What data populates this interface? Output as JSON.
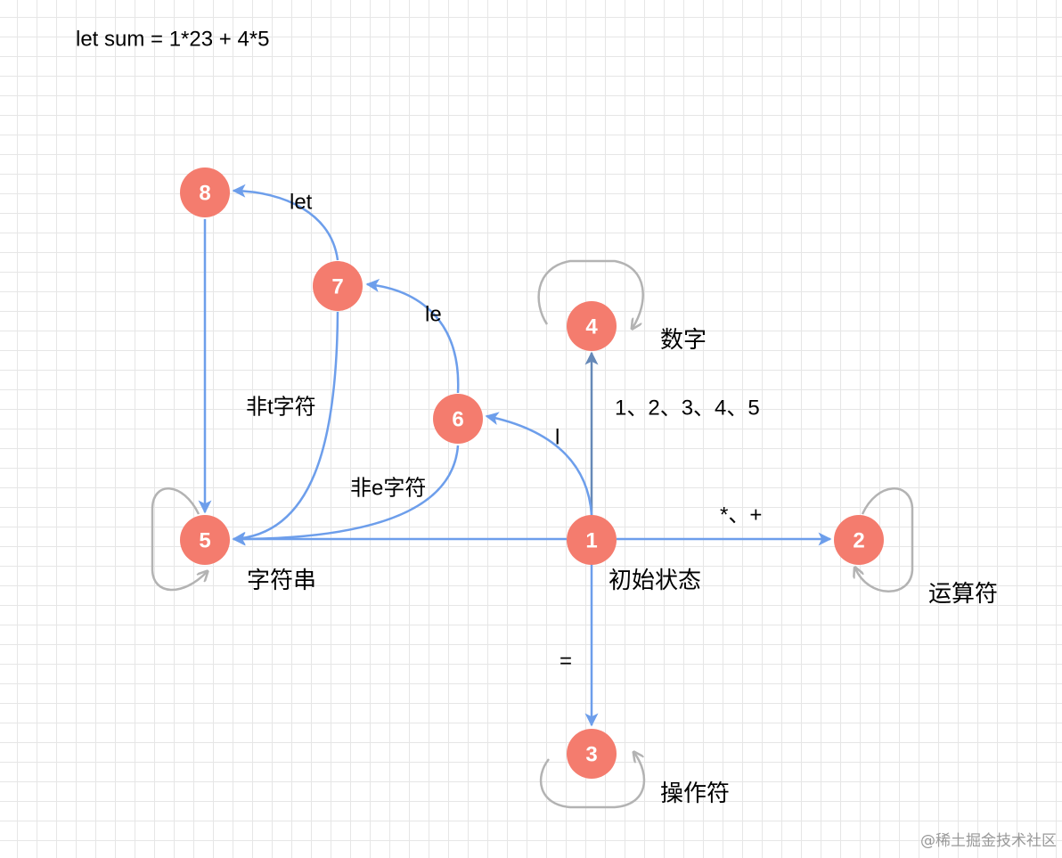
{
  "code_line": "let sum = 1*23 + 4*5",
  "nodes": [
    {
      "id": "1",
      "label": "1",
      "caption": "初始状态"
    },
    {
      "id": "2",
      "label": "2",
      "caption": "运算符"
    },
    {
      "id": "3",
      "label": "3",
      "caption": "操作符"
    },
    {
      "id": "4",
      "label": "4",
      "caption": "数字"
    },
    {
      "id": "5",
      "label": "5",
      "caption": "字符串"
    },
    {
      "id": "6",
      "label": "6",
      "caption": ""
    },
    {
      "id": "7",
      "label": "7",
      "caption": ""
    },
    {
      "id": "8",
      "label": "8",
      "caption": ""
    }
  ],
  "edges": [
    {
      "from": "1",
      "to": "4",
      "label": "1、2、3、4、5"
    },
    {
      "from": "1",
      "to": "2",
      "label": "*、+"
    },
    {
      "from": "1",
      "to": "3",
      "label": "="
    },
    {
      "from": "1",
      "to": "5",
      "label": ""
    },
    {
      "from": "1",
      "to": "6",
      "label": "l"
    },
    {
      "from": "6",
      "to": "7",
      "label": "le"
    },
    {
      "from": "7",
      "to": "8",
      "label": "let"
    },
    {
      "from": "6",
      "to": "5",
      "label": "非e字符"
    },
    {
      "from": "7",
      "to": "5",
      "label": "非t字符"
    },
    {
      "from": "8",
      "to": "5",
      "label": ""
    }
  ],
  "self_loops": [
    "2",
    "3",
    "4",
    "5"
  ],
  "watermark": "@稀土掘金技术社区",
  "colors": {
    "node_fill": "#f47c6e",
    "edge": "#6d9eeb",
    "edge_dark": "#6689b8",
    "self_loop": "#b3b3b3"
  }
}
